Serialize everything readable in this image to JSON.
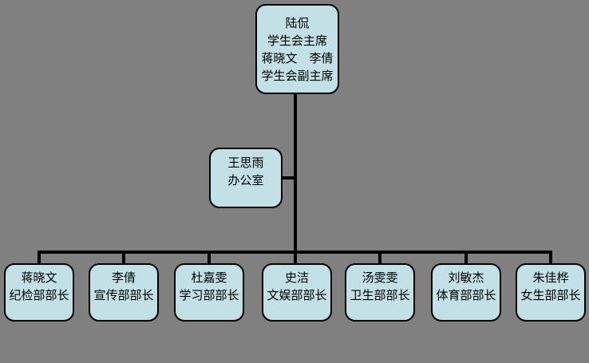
{
  "page": {
    "background": "#808080"
  },
  "style": {
    "box_fill": "#c2e0e6",
    "box_border": "#000000",
    "connector_color": "#000000"
  },
  "org_chart": {
    "root": {
      "lines": [
        "陆侃",
        "学生会主席",
        "蒋晓文　李倩",
        "学生会副主席"
      ]
    },
    "office": {
      "name": "王思雨",
      "title": "办公室"
    },
    "departments": [
      {
        "name": "蒋晓文",
        "title": "纪检部部长"
      },
      {
        "name": "李倩",
        "title": "宣传部部长"
      },
      {
        "name": "杜嘉雯",
        "title": "学习部部长"
      },
      {
        "name": "史洁",
        "title": "文娱部部长"
      },
      {
        "name": "汤雯雯",
        "title": "卫生部部长"
      },
      {
        "name": "刘敏杰",
        "title": "体育部部长"
      },
      {
        "name": "朱佳桦",
        "title": "女生部部长"
      }
    ]
  }
}
